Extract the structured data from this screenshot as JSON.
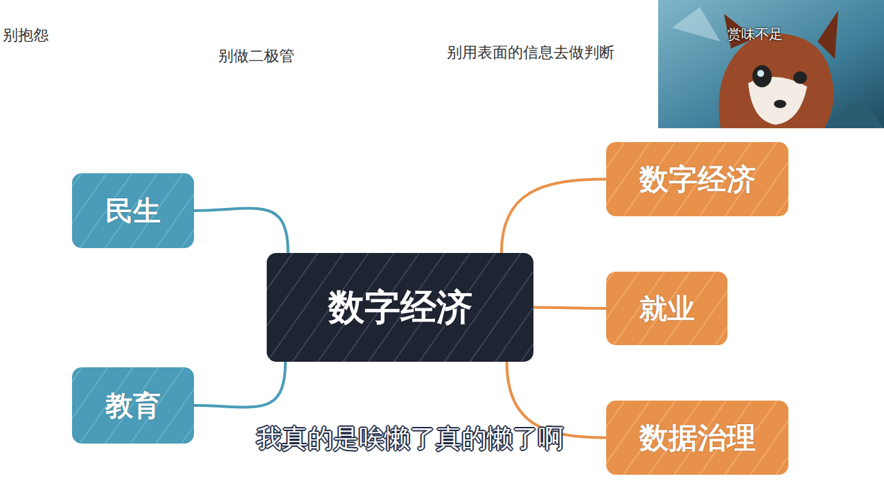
{
  "diagram": {
    "nodes": [
      {
        "text": [
          "民生"
        ]
      },
      {
        "text": [
          "教育"
        ]
      },
      {
        "text": [
          "数字经济"
        ]
      },
      {
        "text": [
          "数字经济"
        ]
      },
      {
        "text": [
          "就业"
        ]
      },
      {
        "text": [
          "数据治理"
        ]
      }
    ],
    "edges": [
      {
        "from": 2,
        "to": 0,
        "arrow": "none"
      },
      {
        "from": 2,
        "to": 1,
        "arrow": "none"
      },
      {
        "from": 2,
        "to": 3,
        "arrow": "none"
      },
      {
        "from": 2,
        "to": 4,
        "arrow": "none"
      },
      {
        "from": 2,
        "to": 5,
        "arrow": "none"
      }
    ],
    "labels": [
      "别抱怨",
      "别做二极管",
      "别用表面的信息去做判断",
      "赏味不足",
      "我真的是唉懒了真的懒了啊"
    ]
  }
}
